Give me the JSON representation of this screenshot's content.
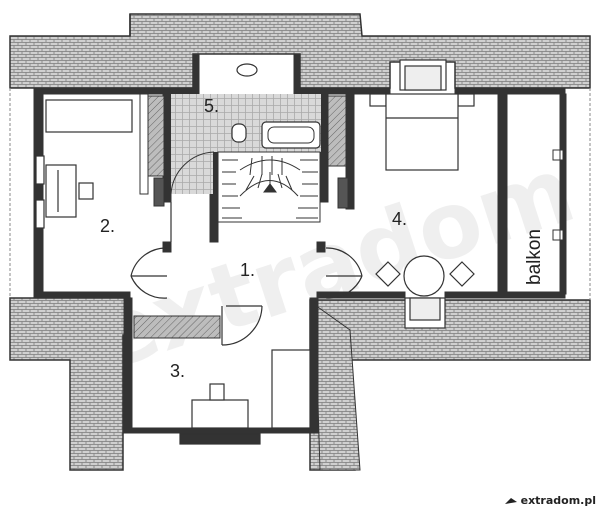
{
  "rooms": [
    {
      "id": "room-1",
      "label": "1."
    },
    {
      "id": "room-2",
      "label": "2."
    },
    {
      "id": "room-3",
      "label": "3."
    },
    {
      "id": "room-4",
      "label": "4."
    },
    {
      "id": "room-5",
      "label": "5."
    }
  ],
  "balcony_label": "balkon",
  "watermark": "extradom",
  "brand": "extradom.pl",
  "colors": {
    "wall": "#333333",
    "roof": "#cccccc",
    "tile_bg": "#dcdcdc",
    "line": "#444444"
  }
}
